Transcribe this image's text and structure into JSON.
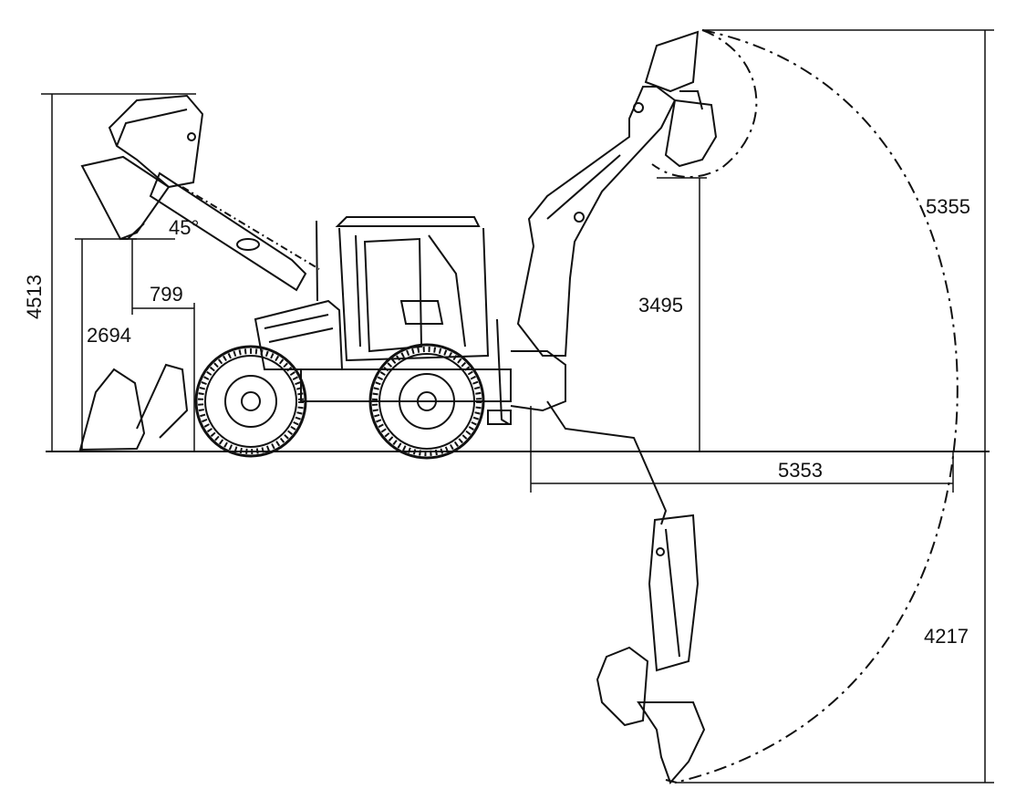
{
  "dimensions": {
    "max_height": "4513",
    "dump_height": "2694",
    "dump_reach": "799",
    "dump_angle": "45°",
    "loading_height": "3495",
    "max_digging_height": "5355",
    "reach_from_pivot": "5353",
    "max_digging_depth": "4217"
  }
}
